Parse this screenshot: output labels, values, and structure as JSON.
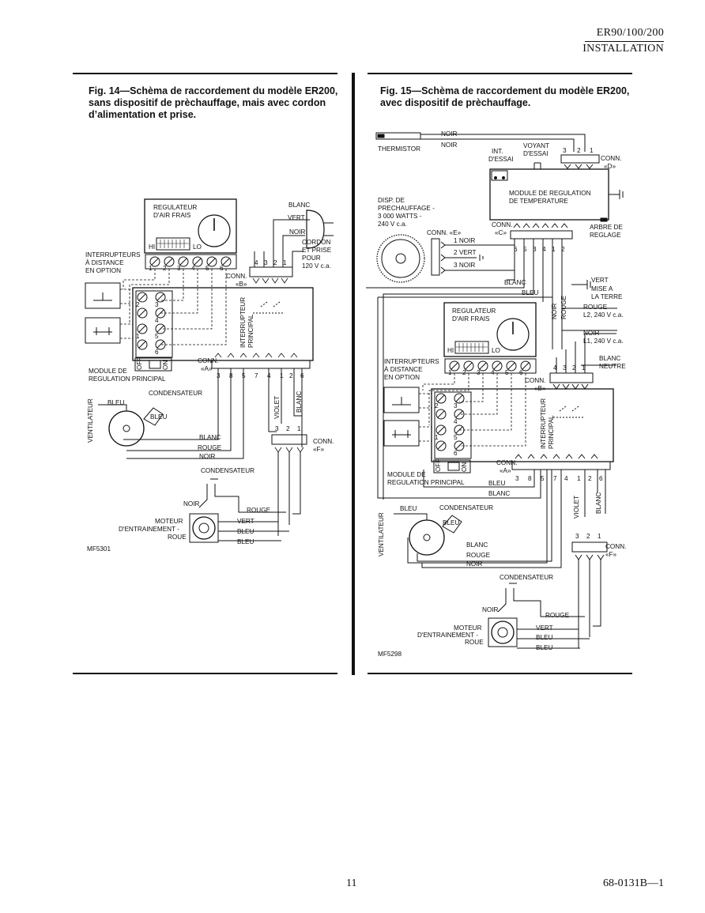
{
  "header": {
    "model": "ER90/100/200",
    "section": "INSTALLATION"
  },
  "fig14": {
    "caption": "Fig. 14—Schèma de raccordement du modèle ER200, sans dispositif de prèchauffage, mais avec cordon d’alimentation et prise.",
    "labels": {
      "regulateur1": "REGULATEUR ",
      "regulateur2": "D'AIR FRAIS",
      "hi": "HI",
      "lo": "LO",
      "blanc": "BLANC",
      "vert": "VERT",
      "noir": "NOIR",
      "cordon1": "CORDON ",
      "cordon2": "ET PRISE ",
      "cordon3": "POUR ",
      "cordon4": "120 V c.a.",
      "inter1": "INTERRUPTEURS",
      "inter2": "À DISTANCE ",
      "inter3": "EN OPTION",
      "conn_b": "CONN. ",
      "conn_b2": "«B»",
      "interrupteur_principal1": "INTERRUPTEUR",
      "interrupteur_principal2": "PRINCIPAL",
      "conn_a": "CONN. ",
      "conn_a2": "«A»",
      "off": "OFF",
      "on": "ON",
      "module1": "MODULE DE ",
      "module2": "REGULATION PRINCIPAL",
      "ventilateur": "VENTILATEUR",
      "bleu": "BLEU",
      "condensateur": "CONDENSATEUR",
      "bleu2": "BLEU",
      "violet": "VIOLET",
      "blanc2": "BLANC",
      "blanc3": "BLANC",
      "rouge": "ROUGE",
      "noir2": "NOIR",
      "conn_f": "CONN.",
      "conn_f2": "«F»",
      "condensateur2": "CONDENSATEUR",
      "noir3": "NOIR",
      "rouge2": "ROUGE",
      "moteur1": "MOTEUR ",
      "moteur2": "D'ENTRAINEMENT - ",
      "moteur3": "ROUE",
      "vert2": "VERT",
      "bleu3": "BLEU",
      "bleu4": "BLEU",
      "code": "MF5301"
    },
    "terminals_b": [
      "4",
      "3",
      "2",
      "1"
    ],
    "terminals_reg": [
      "1",
      "2",
      "3",
      "4",
      "5",
      "6"
    ],
    "terminals_a": [
      "3",
      "8",
      "5",
      "7",
      "4",
      "1",
      "2",
      "6"
    ],
    "terminals_f": [
      "3",
      "2",
      "1"
    ],
    "terminals_module": [
      "2",
      "3",
      "4",
      "5",
      "1",
      "6"
    ]
  },
  "fig15": {
    "caption": "Fig. 15—Schèma de raccordement du modèle ER200, avec dispositif de prèchauffage.",
    "labels": {
      "noir_a": "NOIR",
      "noir_b": "NOIR",
      "thermistor": "THERMISTOR",
      "int1": "INT. ",
      "int2": "D'ESSAI",
      "voyant1": "VOYANT ",
      "voyant2": "D'ESSAI",
      "conn_d": "CONN. ",
      "conn_d2": "«D»",
      "module_temp1": "MODULE DE REGULATION ",
      "module_temp2": "DE TEMPERATURE",
      "disp1": "DISP. DE ",
      "disp2": "PRECHAUFFAGE - ",
      "disp3": "3 000 WATTS - ",
      "disp4": "240 V c.a.",
      "conn_c": "CONN. ",
      "conn_c2": "«C»",
      "arbre1": "ARBRE DE ",
      "arbre2": "REGLAGE",
      "conn_e": "CONN. «E»",
      "e1": "1  NOIR",
      "e2": "2  VERT",
      "e3": "3  NOIR",
      "blanc_a": "BLANC",
      "bleu_a": "BLEU",
      "noir_v": "NOIR",
      "rouge_v": "ROUGE",
      "vert": "VERT",
      "mise1": "MISE A ",
      "mise2": "LA TERRE",
      "rouge_l2": "ROUGE",
      "l2": "L2, 240 V c.a.",
      "noir_l1": "NOIR",
      "l1": "L1, 240 V c.a.",
      "blanc_n": "BLANC",
      "neutre": "NEUTRE",
      "regulateur1": "REGULATEUR ",
      "regulateur2": "D'AIR FRAIS",
      "hi": "HI",
      "lo": "LO",
      "inter1": "INTERRUPTEURS",
      "inter2": "À DISTANCE ",
      "inter3": "EN OPTION",
      "conn_b": "CONN. ",
      "conn_b2": "«B»",
      "interrupteur_principal1": "INTERRUPTEUR",
      "interrupteur_principal2": "PRINCIPAL",
      "conn_a": "CONN. ",
      "conn_a2": "«A»",
      "off": "OFF",
      "on": "ON",
      "module1": "MODULE DE ",
      "module2": "REGULATION PRINCIPAL",
      "bleu_m": "BLEU",
      "blanc_m": "BLANC",
      "violet": "VIOLET",
      "blanc_v": "BLANC",
      "ventilateur": "VENTILATEUR",
      "bleu_f": "BLEU",
      "condensateur": "CONDENSATEUR",
      "bleu_f2": "BLEU",
      "blanc_f": "BLANC",
      "rouge_f": "ROUGE",
      "noir_f": "NOIR",
      "conn_f": "CONN.",
      "conn_f2": "«F»",
      "condensateur2": "CONDENSATEUR",
      "noir_m": "NOIR",
      "rouge_m": "ROUGE",
      "moteur1": "MOTEUR ",
      "moteur2": "D'ENTRAINEMENT - ",
      "moteur3": "ROUE",
      "vert_m": "VERT",
      "bleu_m1": "BLEU",
      "bleu_m2": "BLEU",
      "code": "MF5298"
    },
    "terminals_d": [
      "3",
      "2",
      "1"
    ],
    "terminals_c": [
      "6",
      "5",
      "3",
      "4",
      "1",
      "2"
    ],
    "terminals_b": [
      "4",
      "3",
      "2",
      "1"
    ],
    "terminals_reg": [
      "1",
      "2",
      "3",
      "4",
      "5",
      "6"
    ],
    "terminals_a": [
      "3",
      "8",
      "5",
      "7",
      "4",
      "1",
      "2",
      "6"
    ],
    "terminals_f": [
      "3",
      "2",
      "1"
    ],
    "terminals_module": [
      "2",
      "3",
      "4",
      "5",
      "1",
      "6"
    ]
  },
  "footer": {
    "page_number": "11",
    "doc_number": "68-0131B—1"
  }
}
